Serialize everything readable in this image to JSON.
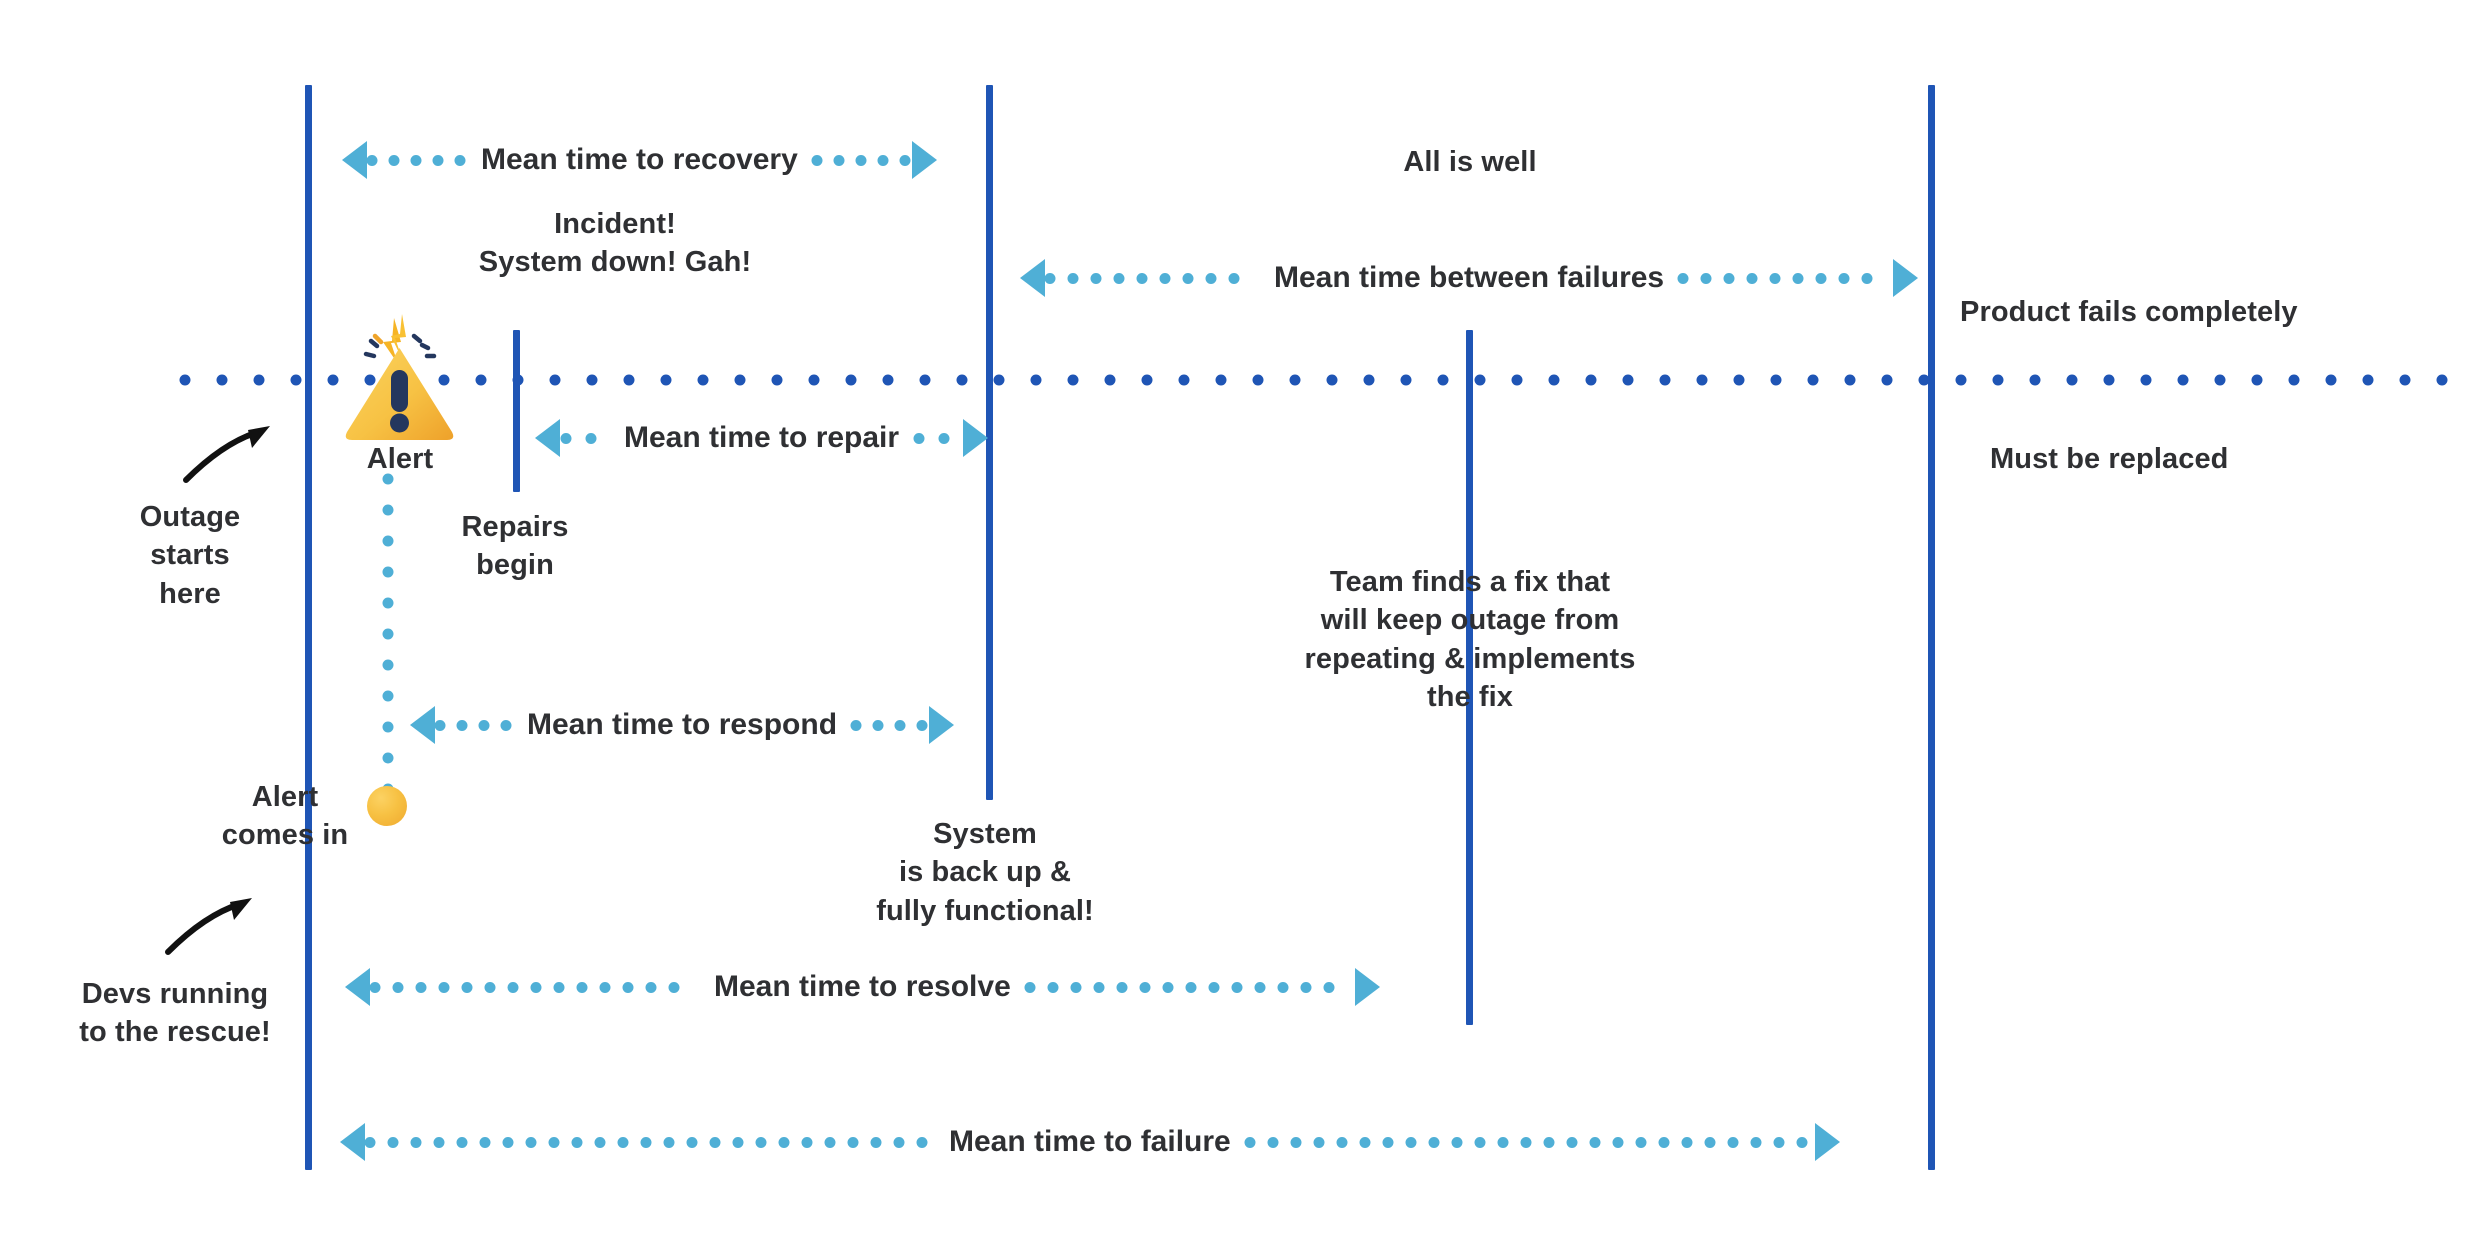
{
  "diagram": {
    "title_hidden": "",
    "colors": {
      "timeline_blue": "#1F55B5",
      "arrow_cyan": "#4FAFD6",
      "text_dark": "#2F3033",
      "alert_yellow": "#F7C948",
      "alert_orange": "#EFA42B",
      "alert_navy": "#24375E",
      "background": "#FFFFFF"
    },
    "annotations": {
      "outage_starts": "Outage\nstarts\nhere",
      "devs_running": "Devs running\nto the rescue!",
      "incident": "Incident!\nSystem down! Gah!",
      "alert_label": "Alert",
      "alert_comes_in": "Alert\ncomes in",
      "repairs_begin": "Repairs\nbegin",
      "system_back_up": "System\nis back up &\nfully functional!",
      "all_is_well": "All is well",
      "team_finds_fix": "Team finds a fix that\nwill keep outage from\nrepeating & implements\nthe fix",
      "product_fails": "Product fails completely",
      "must_be_replaced": "Must be replaced"
    },
    "measures": [
      {
        "id": "mttrecovery",
        "label": "Mean time to recovery"
      },
      {
        "id": "mttrepair",
        "label": "Mean time to repair"
      },
      {
        "id": "mttrespond",
        "label": "Mean time to respond"
      },
      {
        "id": "mttresolve",
        "label": "Mean time to resolve"
      },
      {
        "id": "mttfailure",
        "label": "Mean time to failure"
      },
      {
        "id": "mtbfailures",
        "label": "Mean time between failures"
      }
    ],
    "icons": {
      "alert": "alert-triangle-icon",
      "alert_dot": "alert-dot-icon",
      "curved_arrow": "curved-arrow-icon"
    }
  }
}
